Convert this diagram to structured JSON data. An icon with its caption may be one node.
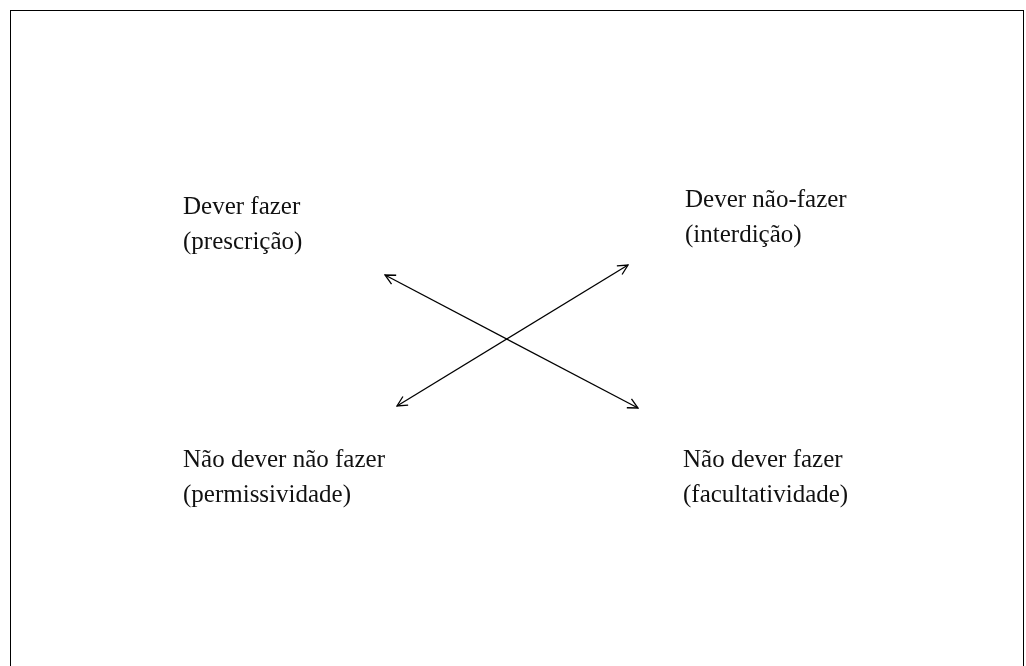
{
  "diagram": {
    "nodes": [
      {
        "text": [
          "Dever fazer",
          "(prescrição)"
        ]
      },
      {
        "text": [
          "Dever não-fazer",
          "(interdição)"
        ]
      },
      {
        "text": [
          "Não dever não fazer",
          "(permissividade)"
        ]
      },
      {
        "text": [
          "Não dever fazer",
          "(facultatividade)"
        ]
      }
    ],
    "edges": [
      {
        "from": 0,
        "to": 3,
        "arrow": "both"
      },
      {
        "from": 2,
        "to": 1,
        "arrow": "both"
      }
    ]
  }
}
